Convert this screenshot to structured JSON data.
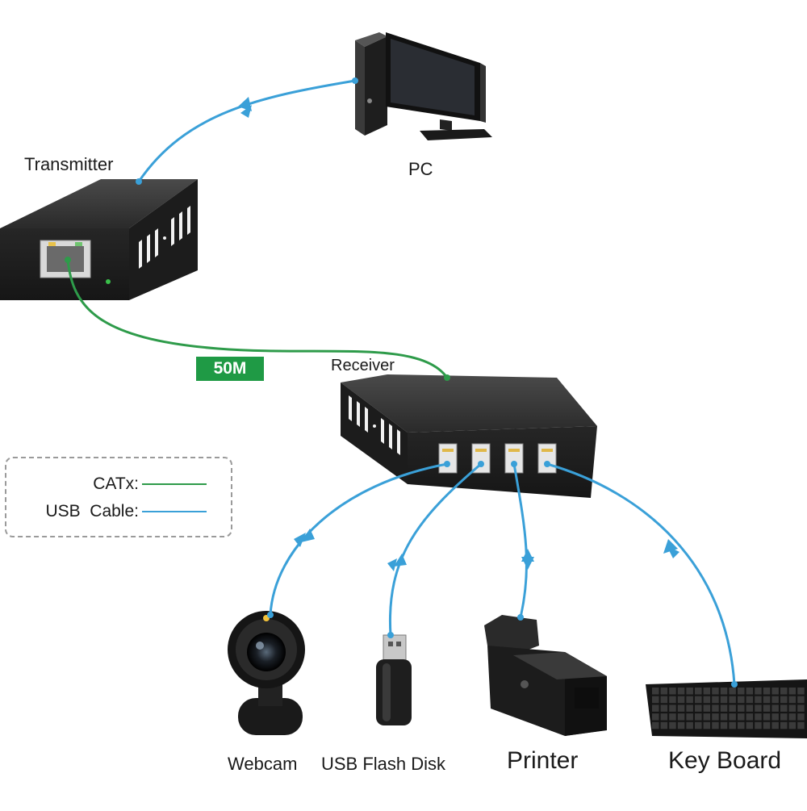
{
  "devices": {
    "transmitter": "Transmitter",
    "pc": "PC",
    "receiver": "Receiver",
    "webcam": "Webcam",
    "flash_disk": "USB Flash Disk",
    "printer": "Printer",
    "keyboard": "Key Board"
  },
  "cable_length": "50M",
  "legend": {
    "catx_label": "CATx:",
    "usb_label": "USB  Cable:"
  },
  "colors": {
    "catx": "#2e9b4a",
    "usb": "#3aa0d8",
    "badge": "#1f9a45",
    "device_body": "#2b2b2b"
  }
}
